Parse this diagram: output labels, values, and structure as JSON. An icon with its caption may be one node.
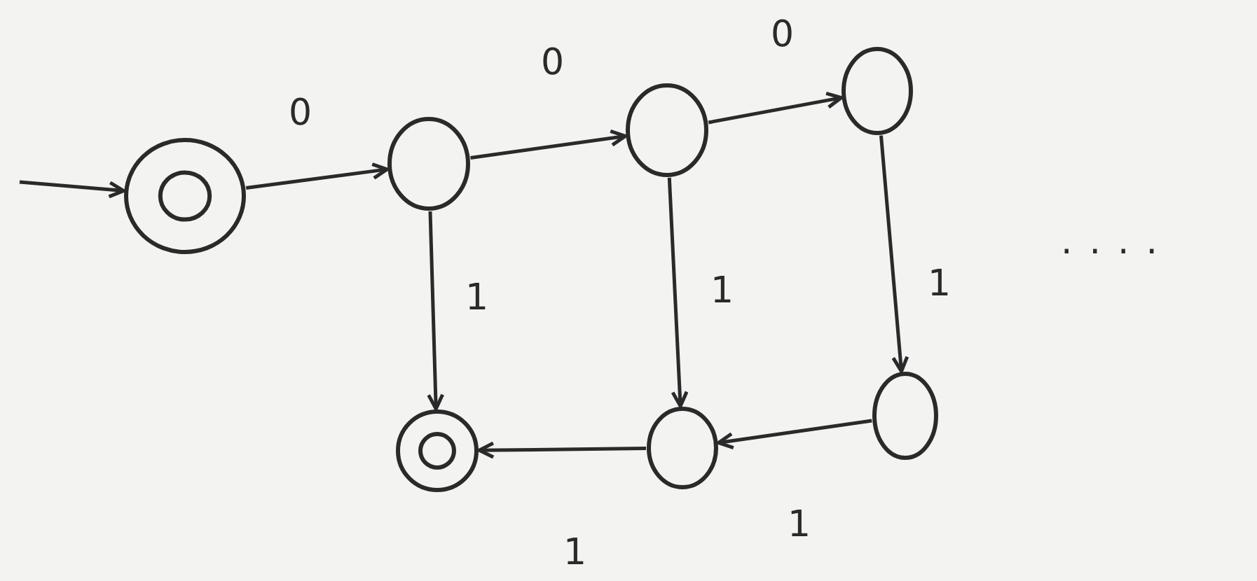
{
  "diagram": {
    "nodes": [
      {
        "text": [],
        "shape": "target"
      },
      {
        "text": [],
        "shape": "circle"
      },
      {
        "text": [],
        "shape": "circle"
      },
      {
        "text": [],
        "shape": "circle"
      },
      {
        "text": [],
        "shape": "target"
      },
      {
        "text": [],
        "shape": "circle"
      },
      {
        "text": [],
        "shape": "circle"
      }
    ],
    "edges": [
      {
        "from": null,
        "to": 0,
        "arrow": "to"
      },
      {
        "from": 0,
        "to": 1,
        "arrow": "to",
        "label": "0"
      },
      {
        "from": 1,
        "to": 2,
        "arrow": "to",
        "label": "0"
      },
      {
        "from": 2,
        "to": 3,
        "arrow": "to",
        "label": "0"
      },
      {
        "from": 1,
        "to": 4,
        "arrow": "to",
        "label": "1"
      },
      {
        "from": 2,
        "to": 5,
        "arrow": "to",
        "label": "1"
      },
      {
        "from": 3,
        "to": 6,
        "arrow": "to",
        "label": "1"
      },
      {
        "from": 6,
        "to": 5,
        "arrow": "to",
        "label": "1"
      },
      {
        "from": 5,
        "to": 4,
        "arrow": "to",
        "label": "1"
      }
    ],
    "labels": [
      "...."
    ]
  }
}
